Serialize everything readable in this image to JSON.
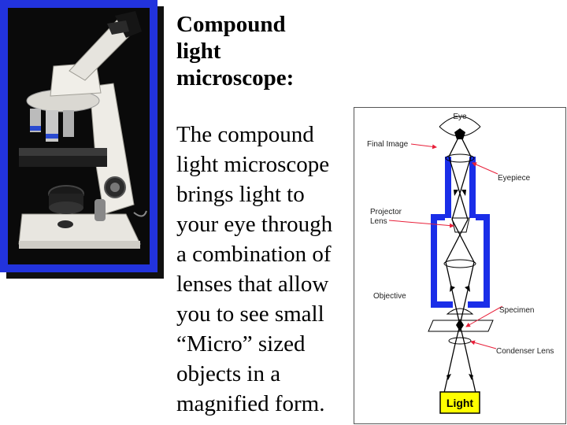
{
  "title_lines": [
    "Compound",
    "light",
    "microscope:"
  ],
  "body_lines": [
    "The compound",
    "light microscope",
    "brings light to",
    "your eye through",
    "a combination of",
    "lenses that allow",
    "you to see small",
    "“Micro” sized",
    "objects in a",
    "magnified form."
  ],
  "diagram": {
    "labels": {
      "eye": "Eye",
      "final_image": "Final Image",
      "eyepiece": "Eyepiece",
      "projector_lens_1": "Projector",
      "projector_lens_2": "Lens",
      "objective": "Objective",
      "specimen": "Specimen",
      "condenser_lens": "Condenser Lens",
      "light": "Light"
    },
    "colors": {
      "tube": "#1a2ee8",
      "pointer": "#e8203a",
      "light_box": "#ffff00",
      "photo_frame": "#2233dd"
    }
  }
}
